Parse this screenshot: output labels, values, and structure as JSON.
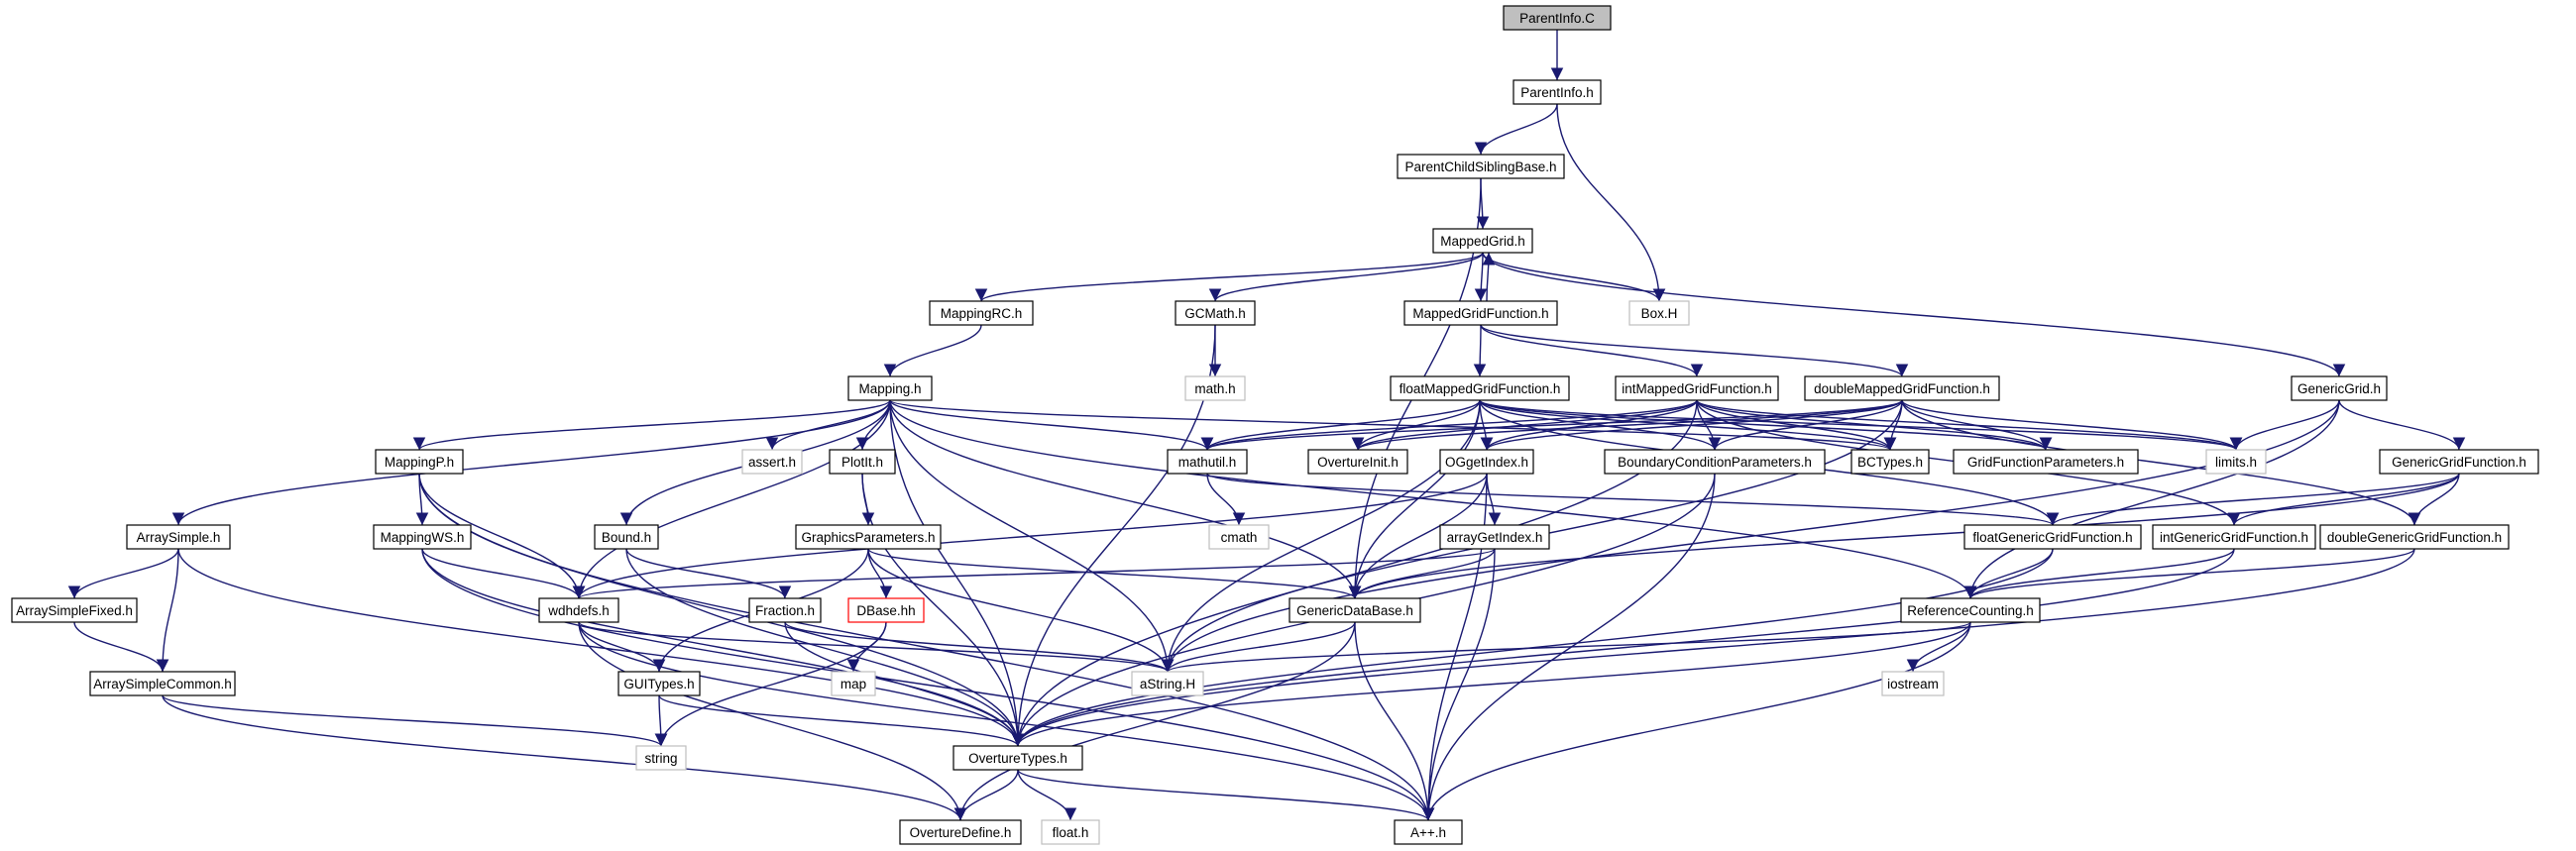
{
  "title": "ParentInfo.C",
  "colors": {
    "edge": "#191970",
    "node_border": "#000000",
    "system_border": "#bfbfbf",
    "missing_border": "#ff0000",
    "root_fill": "#bfbfbf"
  },
  "nodes": [
    {
      "id": "ParentInfoC",
      "label": "ParentInfo.C",
      "kind": "root"
    },
    {
      "id": "ParentInfoh",
      "label": "ParentInfo.h",
      "kind": "file"
    },
    {
      "id": "PCSB",
      "label": "ParentChildSiblingBase.h",
      "kind": "file"
    },
    {
      "id": "MappedGrid",
      "label": "MappedGrid.h",
      "kind": "file"
    },
    {
      "id": "BoxH",
      "label": "Box.H",
      "kind": "sys"
    },
    {
      "id": "MappingRC",
      "label": "MappingRC.h",
      "kind": "file"
    },
    {
      "id": "GCMath",
      "label": "GCMath.h",
      "kind": "file"
    },
    {
      "id": "MGF",
      "label": "MappedGridFunction.h",
      "kind": "file"
    },
    {
      "id": "GenericGrid",
      "label": "GenericGrid.h",
      "kind": "file"
    },
    {
      "id": "Mapping",
      "label": "Mapping.h",
      "kind": "file"
    },
    {
      "id": "mathh",
      "label": "math.h",
      "kind": "sys"
    },
    {
      "id": "floatMGF",
      "label": "floatMappedGridFunction.h",
      "kind": "file"
    },
    {
      "id": "intMGF",
      "label": "intMappedGridFunction.h",
      "kind": "file"
    },
    {
      "id": "doubleMGF",
      "label": "doubleMappedGridFunction.h",
      "kind": "file"
    },
    {
      "id": "MappingP",
      "label": "MappingP.h",
      "kind": "file"
    },
    {
      "id": "asserth",
      "label": "assert.h",
      "kind": "sys"
    },
    {
      "id": "PlotIt",
      "label": "PlotIt.h",
      "kind": "file"
    },
    {
      "id": "mathutil",
      "label": "mathutil.h",
      "kind": "file"
    },
    {
      "id": "OvertureInit",
      "label": "OvertureInit.h",
      "kind": "file"
    },
    {
      "id": "OGgetIndex",
      "label": "OGgetIndex.h",
      "kind": "file"
    },
    {
      "id": "BCP",
      "label": "BoundaryConditionParameters.h",
      "kind": "file"
    },
    {
      "id": "BCTypes",
      "label": "BCTypes.h",
      "kind": "file"
    },
    {
      "id": "GFP",
      "label": "GridFunctionParameters.h",
      "kind": "file"
    },
    {
      "id": "limitsh",
      "label": "limits.h",
      "kind": "sys"
    },
    {
      "id": "GGF",
      "label": "GenericGridFunction.h",
      "kind": "file"
    },
    {
      "id": "ArraySimple",
      "label": "ArraySimple.h",
      "kind": "file"
    },
    {
      "id": "MappingWS",
      "label": "MappingWS.h",
      "kind": "file"
    },
    {
      "id": "Bound",
      "label": "Bound.h",
      "kind": "file"
    },
    {
      "id": "GraphicsParameters",
      "label": "GraphicsParameters.h",
      "kind": "file"
    },
    {
      "id": "cmath",
      "label": "cmath",
      "kind": "sys"
    },
    {
      "id": "arrayGetIndex",
      "label": "arrayGetIndex.h",
      "kind": "file"
    },
    {
      "id": "floatGGF",
      "label": "floatGenericGridFunction.h",
      "kind": "file"
    },
    {
      "id": "intGGF",
      "label": "intGenericGridFunction.h",
      "kind": "file"
    },
    {
      "id": "doubleGGF",
      "label": "doubleGenericGridFunction.h",
      "kind": "file"
    },
    {
      "id": "ArraySimpleFixed",
      "label": "ArraySimpleFixed.h",
      "kind": "file"
    },
    {
      "id": "wdhdefs",
      "label": "wdhdefs.h",
      "kind": "file"
    },
    {
      "id": "Fraction",
      "label": "Fraction.h",
      "kind": "file"
    },
    {
      "id": "DBase",
      "label": "DBase.hh",
      "kind": "missing"
    },
    {
      "id": "GenericDataBase",
      "label": "GenericDataBase.h",
      "kind": "file"
    },
    {
      "id": "RefCounting",
      "label": "ReferenceCounting.h",
      "kind": "file"
    },
    {
      "id": "ArraySimpleCommon",
      "label": "ArraySimpleCommon.h",
      "kind": "file"
    },
    {
      "id": "GUITypes",
      "label": "GUITypes.h",
      "kind": "file"
    },
    {
      "id": "maph",
      "label": "map",
      "kind": "sys"
    },
    {
      "id": "aStringH",
      "label": "aString.H",
      "kind": "sys"
    },
    {
      "id": "iostream",
      "label": "iostream",
      "kind": "sys"
    },
    {
      "id": "stringh",
      "label": "string",
      "kind": "sys"
    },
    {
      "id": "OvertureTypes",
      "label": "OvertureTypes.h",
      "kind": "file"
    },
    {
      "id": "OvertureDefine",
      "label": "OvertureDefine.h",
      "kind": "file"
    },
    {
      "id": "floath",
      "label": "float.h",
      "kind": "sys"
    },
    {
      "id": "Apph",
      "label": "A++.h",
      "kind": "file"
    }
  ],
  "edges": [
    [
      "ParentInfoC",
      "ParentInfoh"
    ],
    [
      "ParentInfoh",
      "PCSB"
    ],
    [
      "ParentInfoh",
      "BoxH"
    ],
    [
      "PCSB",
      "MappedGrid"
    ],
    [
      "PCSB",
      "GenericDataBase"
    ],
    [
      "MappedGrid",
      "MappingRC"
    ],
    [
      "MappedGrid",
      "GCMath"
    ],
    [
      "MappedGrid",
      "MGF"
    ],
    [
      "MappedGrid",
      "BoxH"
    ],
    [
      "MappedGrid",
      "GenericGrid"
    ],
    [
      "MGF",
      "MappedGrid"
    ],
    [
      "MGF",
      "floatMGF"
    ],
    [
      "MGF",
      "intMGF"
    ],
    [
      "MGF",
      "doubleMGF"
    ],
    [
      "MappingRC",
      "Mapping"
    ],
    [
      "GCMath",
      "mathh"
    ],
    [
      "GCMath",
      "OvertureTypes"
    ],
    [
      "Mapping",
      "ArraySimple"
    ],
    [
      "Mapping",
      "MappingP"
    ],
    [
      "Mapping",
      "asserth"
    ],
    [
      "Mapping",
      "PlotIt"
    ],
    [
      "Mapping",
      "mathutil"
    ],
    [
      "Mapping",
      "wdhdefs"
    ],
    [
      "Mapping",
      "Bound"
    ],
    [
      "Mapping",
      "GenericDataBase"
    ],
    [
      "Mapping",
      "aStringH"
    ],
    [
      "Mapping",
      "RefCounting"
    ],
    [
      "Mapping",
      "BCTypes"
    ],
    [
      "Mapping",
      "OvertureTypes"
    ],
    [
      "floatMGF",
      "mathutil"
    ],
    [
      "floatMGF",
      "OvertureInit"
    ],
    [
      "floatMGF",
      "OGgetIndex"
    ],
    [
      "floatMGF",
      "BCP"
    ],
    [
      "floatMGF",
      "BCTypes"
    ],
    [
      "floatMGF",
      "GFP"
    ],
    [
      "floatMGF",
      "limitsh"
    ],
    [
      "floatMGF",
      "floatGGF"
    ],
    [
      "floatMGF",
      "aStringH"
    ],
    [
      "floatMGF",
      "GenericDataBase"
    ],
    [
      "intMGF",
      "mathutil"
    ],
    [
      "intMGF",
      "OvertureInit"
    ],
    [
      "intMGF",
      "OGgetIndex"
    ],
    [
      "intMGF",
      "BCP"
    ],
    [
      "intMGF",
      "BCTypes"
    ],
    [
      "intMGF",
      "GFP"
    ],
    [
      "intMGF",
      "limitsh"
    ],
    [
      "intMGF",
      "intGGF"
    ],
    [
      "intMGF",
      "OvertureTypes"
    ],
    [
      "doubleMGF",
      "mathutil"
    ],
    [
      "doubleMGF",
      "OvertureInit"
    ],
    [
      "doubleMGF",
      "OGgetIndex"
    ],
    [
      "doubleMGF",
      "BCP"
    ],
    [
      "doubleMGF",
      "BCTypes"
    ],
    [
      "doubleMGF",
      "GFP"
    ],
    [
      "doubleMGF",
      "limitsh"
    ],
    [
      "doubleMGF",
      "doubleGGF"
    ],
    [
      "doubleMGF",
      "aStringH"
    ],
    [
      "GenericGrid",
      "limitsh"
    ],
    [
      "GenericGrid",
      "GGF"
    ],
    [
      "GenericGrid",
      "RefCounting"
    ],
    [
      "GenericGrid",
      "aStringH"
    ],
    [
      "GGF",
      "floatGGF"
    ],
    [
      "GGF",
      "intGGF"
    ],
    [
      "GGF",
      "doubleGGF"
    ],
    [
      "GGF",
      "GenericDataBase"
    ],
    [
      "MappingP",
      "MappingWS"
    ],
    [
      "MappingP",
      "wdhdefs"
    ],
    [
      "MappingP",
      "OvertureTypes"
    ],
    [
      "MappingP",
      "Apph"
    ],
    [
      "PlotIt",
      "GraphicsParameters"
    ],
    [
      "PlotIt",
      "OvertureTypes"
    ],
    [
      "mathutil",
      "cmath"
    ],
    [
      "mathutil",
      "floatGGF"
    ],
    [
      "OGgetIndex",
      "arrayGetIndex"
    ],
    [
      "OGgetIndex",
      "wdhdefs"
    ],
    [
      "OGgetIndex",
      "GenericDataBase"
    ],
    [
      "OGgetIndex",
      "Apph"
    ],
    [
      "BCP",
      "OvertureTypes"
    ],
    [
      "BCP",
      "Apph"
    ],
    [
      "ArraySimple",
      "ArraySimpleFixed"
    ],
    [
      "ArraySimple",
      "ArraySimpleCommon"
    ],
    [
      "ArraySimple",
      "OvertureTypes"
    ],
    [
      "ArraySimpleFixed",
      "ArraySimpleCommon"
    ],
    [
      "ArraySimpleCommon",
      "stringh"
    ],
    [
      "ArraySimpleCommon",
      "OvertureDefine"
    ],
    [
      "MappingWS",
      "wdhdefs"
    ],
    [
      "MappingWS",
      "OvertureTypes"
    ],
    [
      "MappingWS",
      "Apph"
    ],
    [
      "Bound",
      "Fraction"
    ],
    [
      "Bound",
      "OvertureTypes"
    ],
    [
      "GraphicsParameters",
      "DBase"
    ],
    [
      "GraphicsParameters",
      "GUITypes"
    ],
    [
      "GraphicsParameters",
      "GenericDataBase"
    ],
    [
      "GraphicsParameters",
      "aStringH"
    ],
    [
      "arrayGetIndex",
      "wdhdefs"
    ],
    [
      "arrayGetIndex",
      "GenericDataBase"
    ],
    [
      "arrayGetIndex",
      "Apph"
    ],
    [
      "floatGGF",
      "RefCounting"
    ],
    [
      "floatGGF",
      "OvertureTypes"
    ],
    [
      "intGGF",
      "RefCounting"
    ],
    [
      "intGGF",
      "OvertureTypes"
    ],
    [
      "doubleGGF",
      "RefCounting"
    ],
    [
      "doubleGGF",
      "OvertureTypes"
    ],
    [
      "wdhdefs",
      "GUITypes"
    ],
    [
      "wdhdefs",
      "aStringH"
    ],
    [
      "wdhdefs",
      "OvertureDefine"
    ],
    [
      "wdhdefs",
      "Apph"
    ],
    [
      "Fraction",
      "aStringH"
    ],
    [
      "Fraction",
      "OvertureTypes"
    ],
    [
      "DBase",
      "maph"
    ],
    [
      "DBase",
      "stringh"
    ],
    [
      "GenericDataBase",
      "aStringH"
    ],
    [
      "GenericDataBase",
      "OvertureDefine"
    ],
    [
      "GenericDataBase",
      "Apph"
    ],
    [
      "RefCounting",
      "aStringH"
    ],
    [
      "RefCounting",
      "iostream"
    ],
    [
      "RefCounting",
      "OvertureTypes"
    ],
    [
      "RefCounting",
      "Apph"
    ],
    [
      "GUITypes",
      "stringh"
    ],
    [
      "GUITypes",
      "OvertureTypes"
    ],
    [
      "OvertureTypes",
      "OvertureDefine"
    ],
    [
      "OvertureTypes",
      "floath"
    ],
    [
      "OvertureTypes",
      "Apph"
    ]
  ]
}
